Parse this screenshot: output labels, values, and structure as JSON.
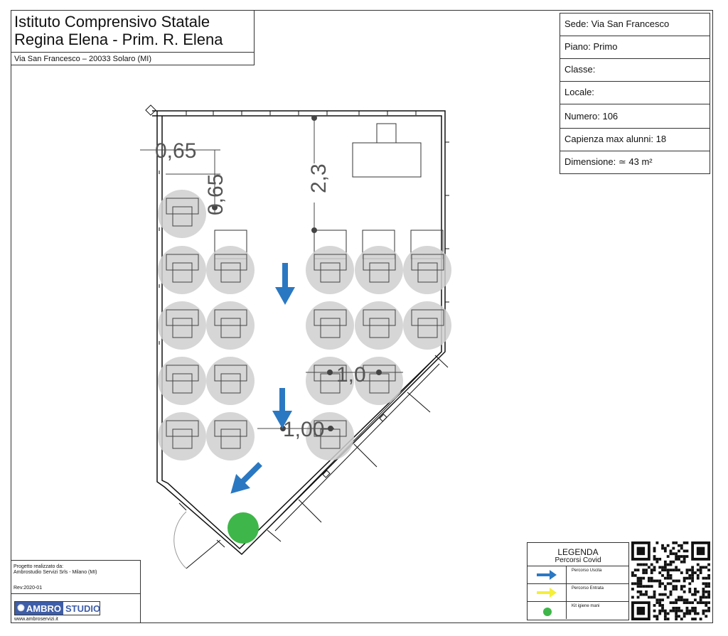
{
  "title": {
    "line1": "Istituto Comprensivo Statale",
    "line2": "Regina Elena - Prim. R. Elena",
    "address": "Via San Francesco – 20033 Solaro (MI)"
  },
  "info": {
    "sede": "Sede:  Via San Francesco",
    "piano": "Piano: Primo",
    "classe": "Classe:",
    "locale": "Locale:",
    "numero": "Numero: 106",
    "capienza": "Capienza max alunni: 18",
    "dimensione": "Dimensione: ≃ 43 m²"
  },
  "dimensions": {
    "d1": "0,65",
    "d2": "0,65",
    "d3": "2,3",
    "d4": "1,0",
    "d5": "1,00"
  },
  "legend": {
    "title": "LEGENDA",
    "subtitle": "Percorsi Covid",
    "items": [
      {
        "label": "Percorso Uscita",
        "color": "#2b78c2",
        "icon": "arrow-right-icon"
      },
      {
        "label": "Percorso Entrata",
        "color": "#f4ef3a",
        "icon": "arrow-right-icon"
      },
      {
        "label": "Kit igiene mani",
        "color": "#3fb649",
        "icon": "dot-icon"
      }
    ]
  },
  "credits": {
    "line1": "Progetto realizzato da:",
    "line2": "Ambrostudio Servizi Srls - Milano (MI)",
    "rev": "Rev:2020-01",
    "logo_a": "AMBRO",
    "logo_b": "STUDIO",
    "url": "www.ambroservizi.it"
  },
  "colors": {
    "exit_arrow": "#2b78c2",
    "hygiene_kit": "#3fb649",
    "seat_circle": "#cfcfcf"
  }
}
